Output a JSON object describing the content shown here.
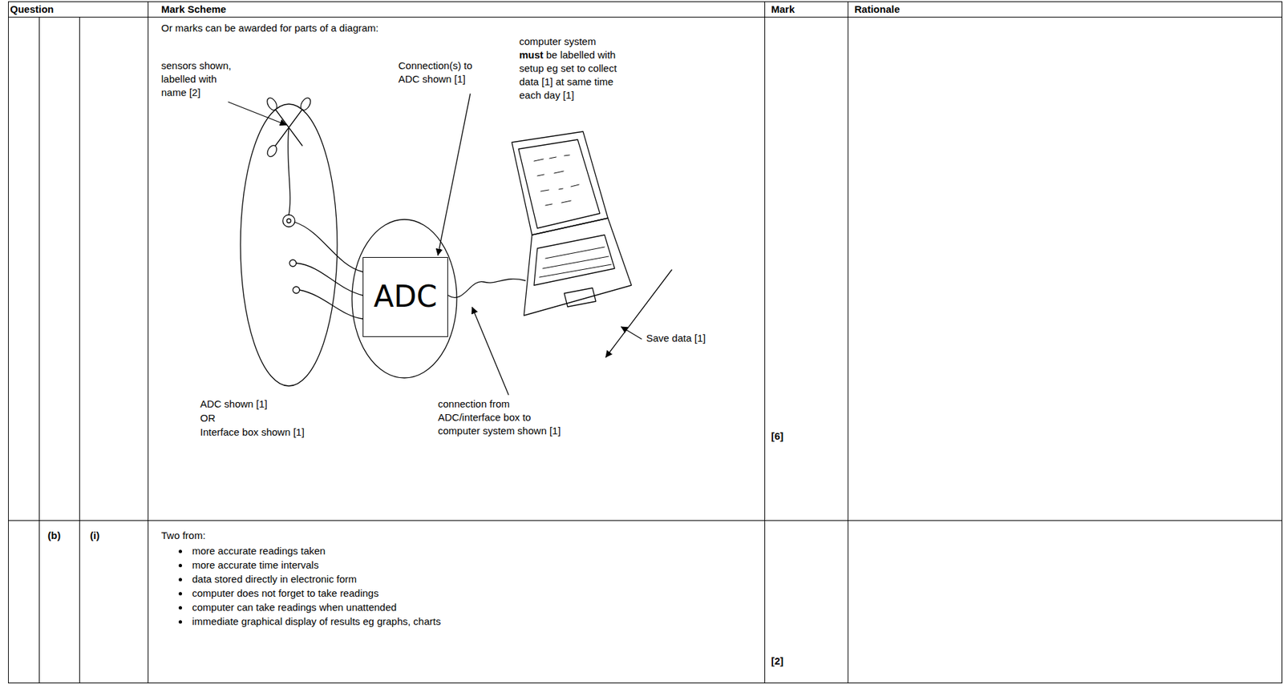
{
  "diagram": {
    "nodes": [
      {
        "text": [
          "ADC"
        ]
      }
    ],
    "labels": [
      "Question",
      "Mark Scheme",
      "Mark",
      "Rationale",
      "Or marks can be awarded for parts of a diagram:",
      "sensors shown, labelled with name [2]",
      "Connection(s) to ADC shown [1]",
      "computer system",
      "must",
      "be labelled with setup eg set to collect data [1] at same time each day [1]",
      "Save data [1]",
      "ADC shown [1]",
      "OR",
      "Interface box shown [1]",
      "connection from ADC/interface box to computer system shown [1]",
      "[6]",
      "(b)",
      "(i)",
      "Two from:",
      "more accurate readings taken",
      "more accurate time intervals",
      "data stored directly in electronic form",
      "computer does not forget to take readings",
      "computer can take readings when unattended",
      "immediate graphical display of results eg graphs, charts",
      "[2]"
    ]
  }
}
